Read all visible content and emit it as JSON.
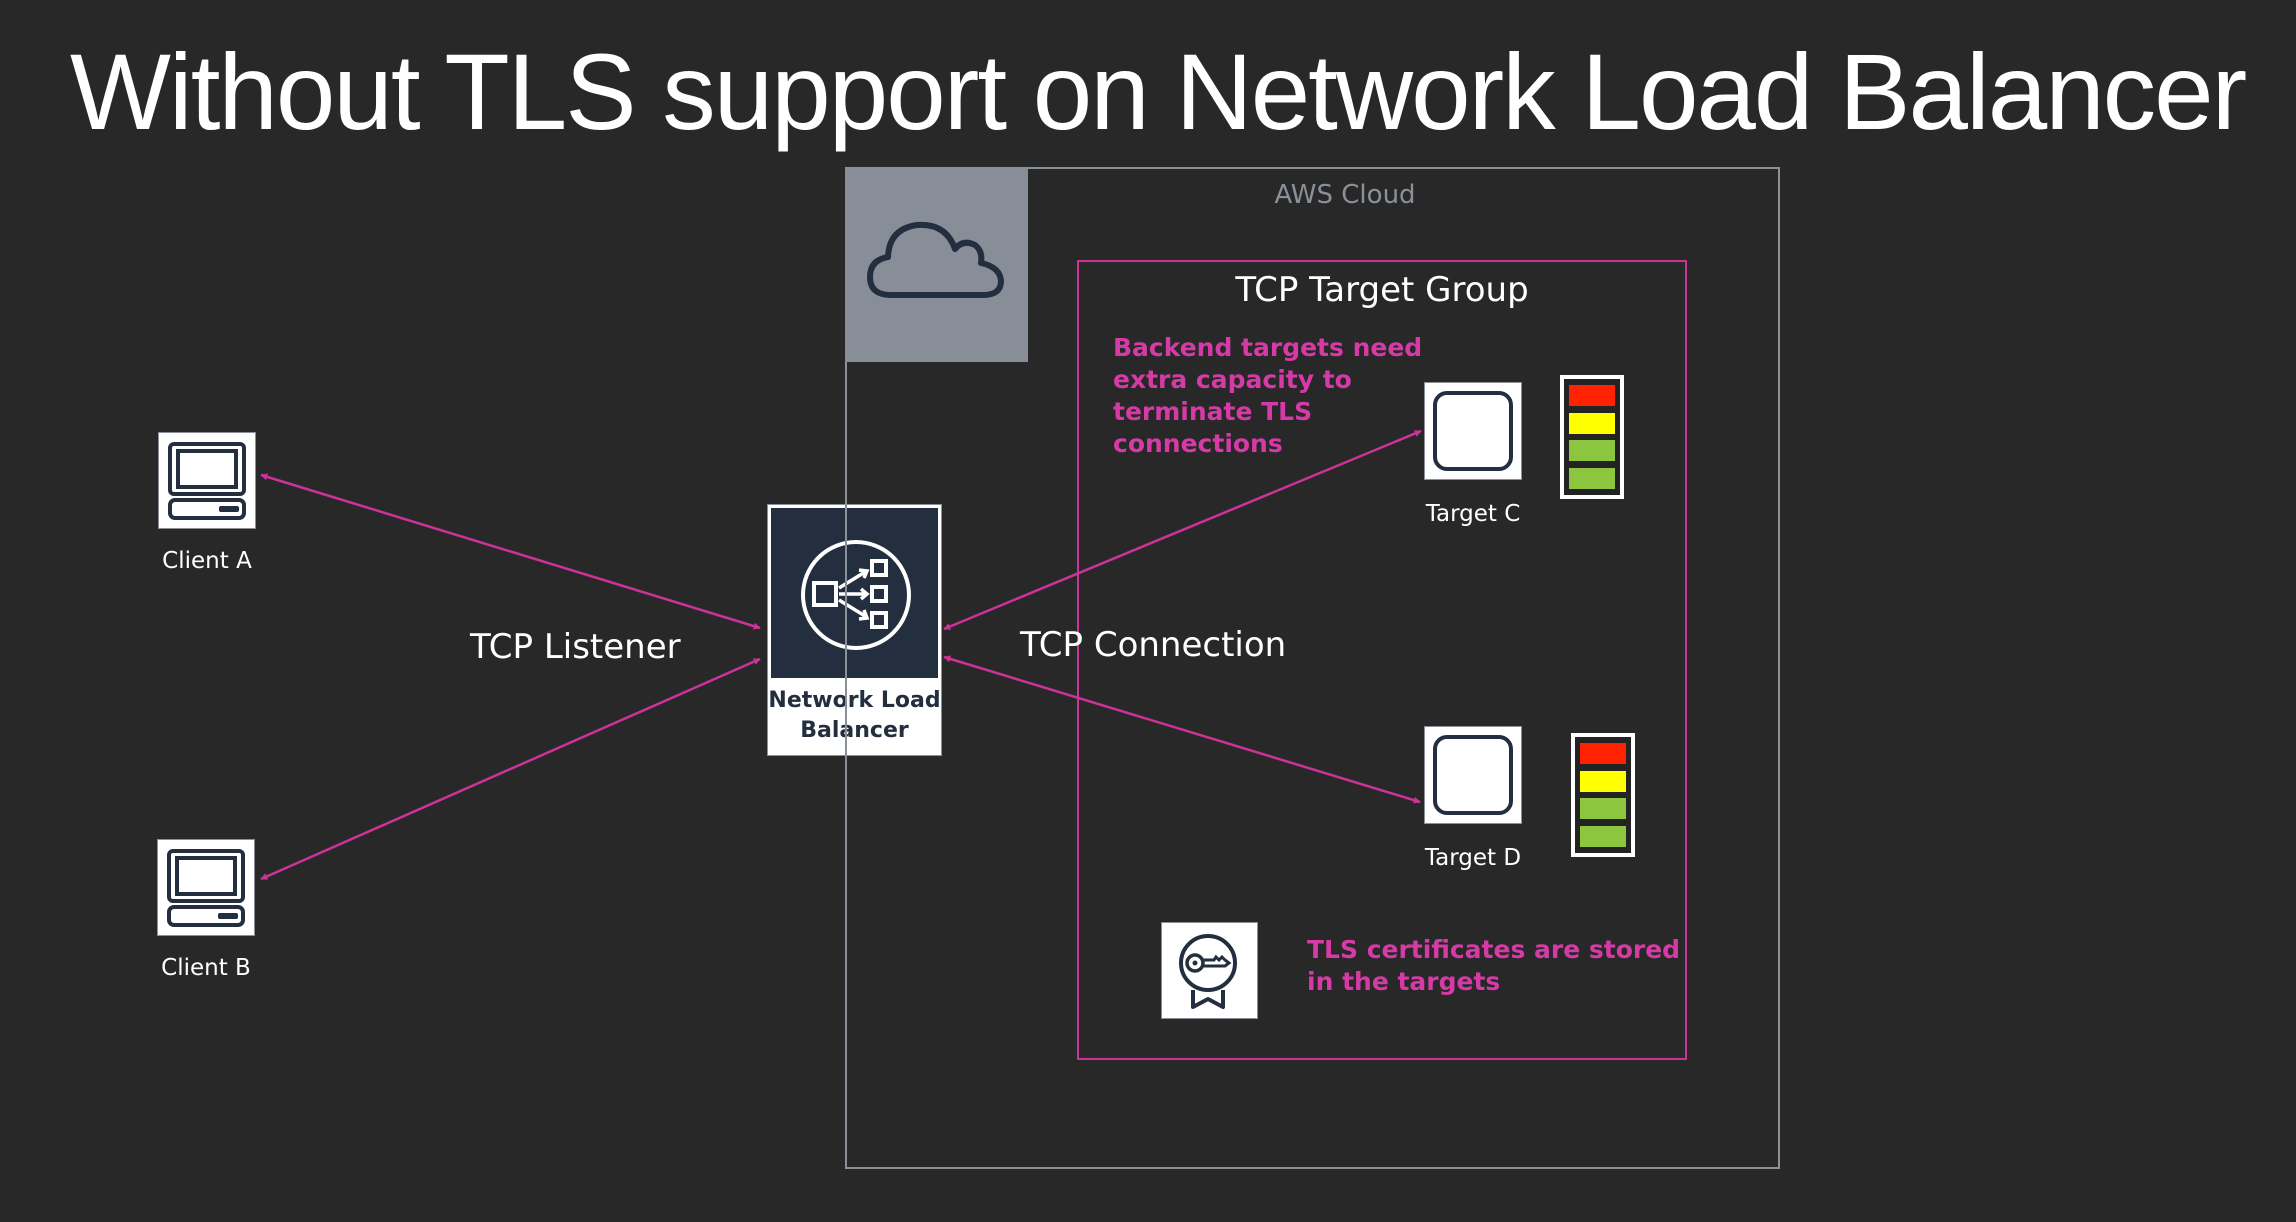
{
  "title": "Without TLS support on Network Load Balancer",
  "aws_cloud": {
    "label": "AWS Cloud",
    "icon": "cloud-icon"
  },
  "target_group": {
    "label": "TCP Target Group",
    "backend_note": "Backend targets need extra capacity to terminate TLS connections",
    "cert_note": "TLS certificates are stored in the targets",
    "cert_icon": "certificate-key-icon"
  },
  "clients": [
    {
      "label": "Client A",
      "icon": "desktop-client-icon"
    },
    {
      "label": "Client B",
      "icon": "desktop-client-icon"
    }
  ],
  "load_balancer": {
    "label": "Network Load Balancer",
    "icon": "network-load-balancer-icon"
  },
  "targets": [
    {
      "label": "Target C",
      "icon": "instance-icon",
      "capacity_gauge": [
        "red",
        "yellow",
        "green",
        "green"
      ]
    },
    {
      "label": "Target D",
      "icon": "instance-icon",
      "capacity_gauge": [
        "red",
        "yellow",
        "green",
        "green"
      ]
    }
  ],
  "connections": {
    "client_side_label": "TCP Listener",
    "target_side_label": "TCP Connection"
  },
  "colors": {
    "background": "#282828",
    "accent": "#cc3399",
    "note_text": "#d63aa6",
    "cloud_border": "#8a9098",
    "icon_navy": "#232f3e",
    "gauge_red": "#ff2200",
    "gauge_yellow": "#ffff00",
    "gauge_green": "#8cc63f"
  }
}
